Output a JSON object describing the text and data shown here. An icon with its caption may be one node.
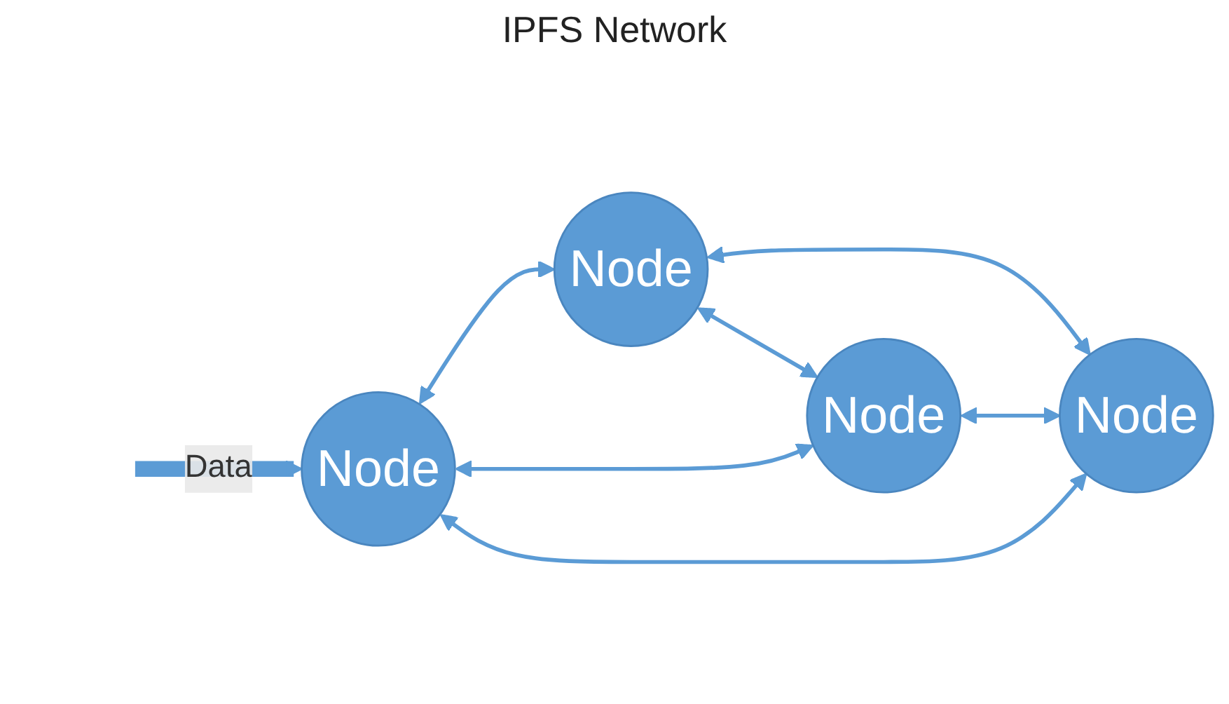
{
  "diagram": {
    "nodes": [
      {
        "text": [
          "Node"
        ]
      },
      {
        "text": [
          "Node"
        ]
      },
      {
        "text": [
          "Node"
        ]
      },
      {
        "text": [
          "Node"
        ]
      }
    ],
    "edges": [
      {
        "from": null,
        "to": 0,
        "arrow": "to",
        "label": "Data",
        "style": "thick"
      },
      {
        "from": 0,
        "to": 1,
        "arrow": "both"
      },
      {
        "from": 0,
        "to": 2,
        "arrow": "both"
      },
      {
        "from": 1,
        "to": 3,
        "arrow": "both"
      },
      {
        "from": 2,
        "to": 3,
        "arrow": "both"
      },
      {
        "from": 0,
        "to": 3,
        "arrow": "both"
      },
      {
        "from": 1,
        "to": 2,
        "arrow": "both"
      }
    ],
    "labels": [
      "IPFS Network"
    ]
  }
}
